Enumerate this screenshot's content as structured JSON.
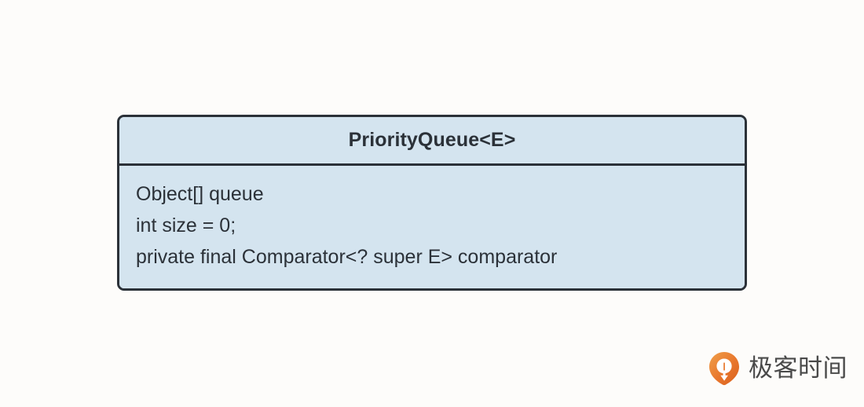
{
  "diagram": {
    "type": "uml-class-diagram",
    "background_color": "#fdfcfa",
    "class_box": {
      "name": "PriorityQueue<E>",
      "fill_color": "#d4e4ef",
      "border_color": "#2b3138",
      "text_color": "#2b3138",
      "attributes": [
        "Object[] queue",
        "int size = 0;",
        "private final Comparator<? super E> comparator"
      ]
    }
  },
  "watermark": {
    "icon": "geektime-pin-logo-icon",
    "text": "极客时间",
    "brand_color": "#e8762c",
    "text_color": "#4a4a4a"
  }
}
